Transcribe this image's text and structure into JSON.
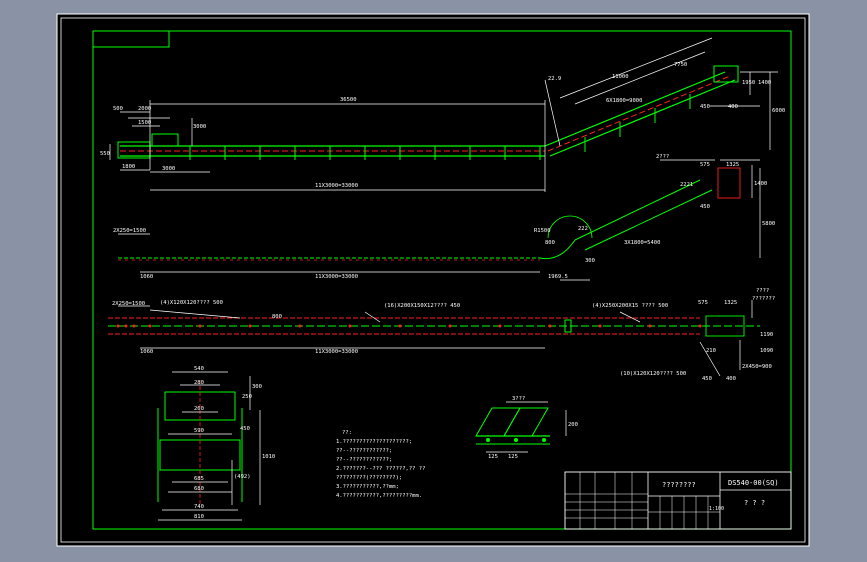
{
  "drawing": {
    "title_block": {
      "drawing_no": "DS540-00(SQ)",
      "name": "????????",
      "company": "? ? ?",
      "scale_cell": "1:100"
    },
    "notes": {
      "header": "??:",
      "lines": [
        "1.????????????????????;",
        "  ??--????????????;",
        "  ??--????????????;",
        "2.???????--??? ??????,?? ??",
        "  ?????????(????????);",
        "3.???????????,??mm;",
        "4.???????????,?????????mm."
      ]
    },
    "elevation": {
      "dims": {
        "total_left": "500",
        "dim_2000": "2000",
        "dim_1500": "1500",
        "dim_3000": "3000",
        "height_left": "550",
        "left_3000": "3000",
        "left_1800": "1800",
        "main_span": "36500",
        "chain_count": "11X3000=33000",
        "incline_len": "11000",
        "incline_part": "7750",
        "incline_seg": "6X1800=9000",
        "angle": "22.9",
        "top_1950": "1950",
        "top_450": "450",
        "top_400": "400",
        "right_1400": "1400",
        "right_6000": "6000"
      }
    },
    "frame_view": {
      "dims": {
        "tag": "2???",
        "d575": "575",
        "d1325": "1325",
        "d1400": "1400",
        "d5800": "5800",
        "d450": "450",
        "left_spacing": "2X250=1500",
        "d1060": "1060",
        "span": "11X3000=33000",
        "bend_800": "800",
        "radius": "R1500",
        "arc_222": "222",
        "arc_300": "300",
        "d_1969": "1969.5",
        "incline_count": "3X1800=5400",
        "d_2221": "2221"
      }
    },
    "plan_view": {
      "dims": {
        "left": "2X250=1500",
        "first_group": "(4)X120X120???? 500",
        "d800": "800",
        "middle_group": "(16)X200X150X12???? 450",
        "right_group": "(4)X250X200X15 ???? 500",
        "d575": "575",
        "d1325": "1325",
        "tag_a": "????",
        "tag_b": "???????",
        "d1060": "1060",
        "span": "11X3000=33000",
        "bottom_group": "(10)X120X120???? 500",
        "d450": "450",
        "d400": "400",
        "right_1090": "1090",
        "right_2x": "2X450=900",
        "d210": "210",
        "d1190": "1190"
      }
    },
    "section_view": {
      "dims": {
        "w540": "540",
        "w280": "280",
        "w260": "260",
        "w590": "590",
        "w685": "685",
        "w680": "680",
        "w740": "740",
        "w810": "810",
        "h300": "300",
        "h450": "450",
        "h1010": "1010",
        "h4925": "(492)",
        "h250": "250"
      }
    },
    "detail_view": {
      "dims": {
        "label": "3???",
        "w1250": "125",
        "w1251": "125",
        "h200": "200"
      }
    }
  }
}
